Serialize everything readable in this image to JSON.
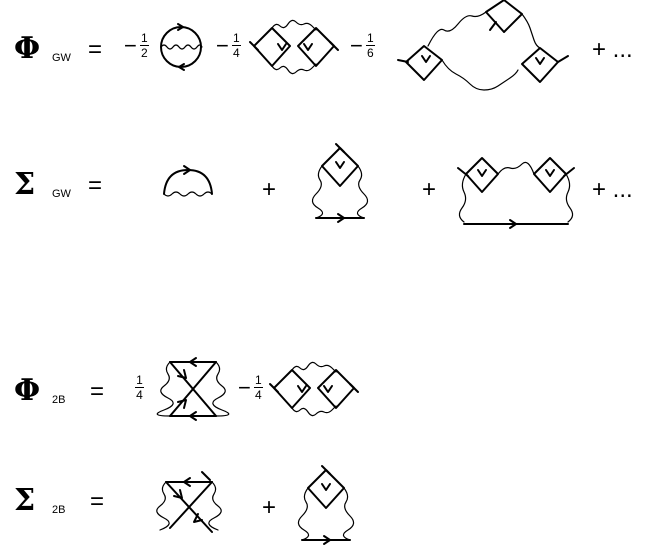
{
  "equations": [
    {
      "symbol": "Φ",
      "subscript": "GW",
      "equals": "=",
      "terms": [
        {
          "sign": "−",
          "num": "1",
          "den": "2"
        },
        {
          "sign": "−",
          "num": "1",
          "den": "4"
        },
        {
          "sign": "−",
          "num": "1",
          "den": "6"
        }
      ],
      "tail": "+ ..."
    },
    {
      "symbol": "Σ",
      "subscript": "GW",
      "equals": "=",
      "plus": [
        "+",
        "+"
      ],
      "tail": "+ ..."
    },
    {
      "symbol": "Φ",
      "subscript": "2B",
      "equals": "=",
      "terms": [
        {
          "sign": "",
          "num": "1",
          "den": "4"
        },
        {
          "sign": "−",
          "num": "1",
          "den": "4"
        }
      ]
    },
    {
      "symbol": "Σ",
      "subscript": "2B",
      "equals": "=",
      "plus": [
        "+"
      ]
    }
  ]
}
